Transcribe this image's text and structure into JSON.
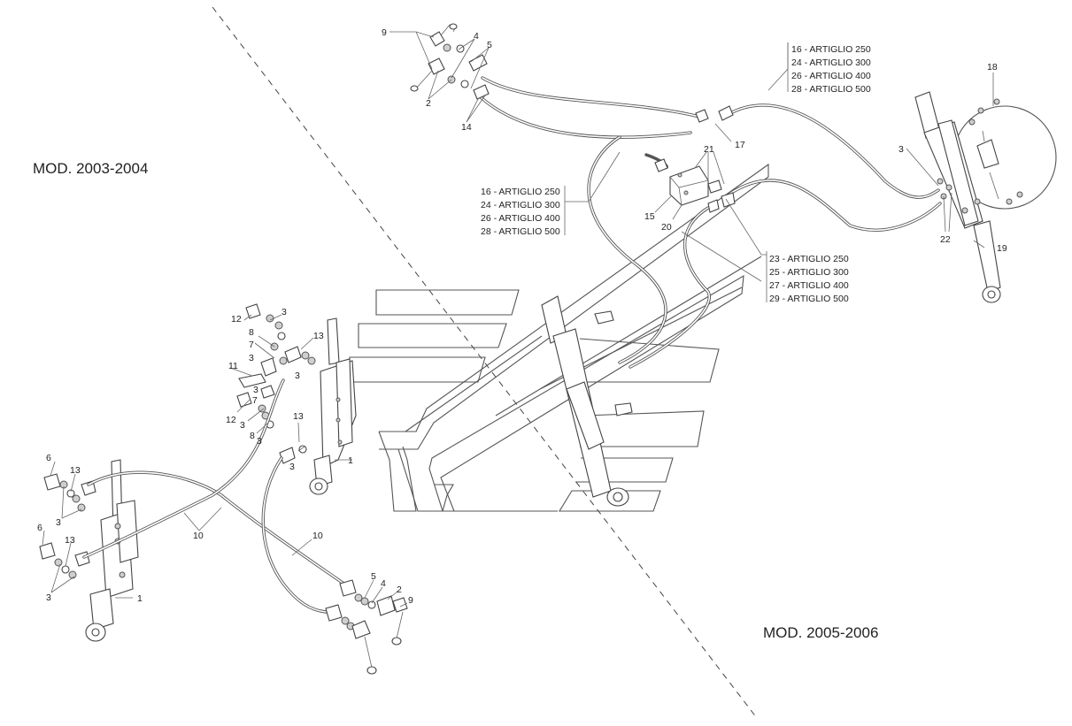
{
  "models": {
    "left": "MOD. 2003-2004",
    "right": "MOD. 2005-2006"
  },
  "hose_legends": {
    "top_right": [
      "16 - ARTIGLIO 250",
      "24 - ARTIGLIO 300",
      "26 - ARTIGLIO 400",
      "28 - ARTIGLIO 500"
    ],
    "middle_left": [
      "16 - ARTIGLIO 250",
      "24 - ARTIGLIO 300",
      "26 - ARTIGLIO 400",
      "28 - ARTIGLIO 500"
    ],
    "middle_right": [
      "23 - ARTIGLIO 250",
      "25 - ARTIGLIO 300",
      "27 - ARTIGLIO 400",
      "29 - ARTIGLIO 500"
    ]
  },
  "callouts": {
    "top_9": "9",
    "top_4": "4",
    "top_5": "5",
    "top_2": "2",
    "top_14": "14",
    "r_17": "17",
    "r_21": "21",
    "r_15": "15",
    "r_20": "20",
    "r_18": "18",
    "r_3": "3",
    "r_22": "22",
    "r_19": "19",
    "m_12a": "12",
    "m_3a": "3",
    "m_8a": "8",
    "m_7a": "7",
    "m_3b": "3",
    "m_11": "11",
    "m_3c": "3",
    "m_12b": "12",
    "m_7b": "7",
    "m_3d": "3",
    "m_8b": "8",
    "m_3e": "3",
    "m_13a": "13",
    "m_3f": "3",
    "m_13b": "13",
    "m_3g": "3",
    "m_1a": "1",
    "l_6a": "6",
    "l_13a": "13",
    "l_3a": "3",
    "l_6b": "6",
    "l_13b": "13",
    "l_3b": "3",
    "l_1": "1",
    "l_10a": "10",
    "l_10b": "10",
    "b_5": "5",
    "b_4": "4",
    "b_2": "2",
    "b_9": "9"
  }
}
